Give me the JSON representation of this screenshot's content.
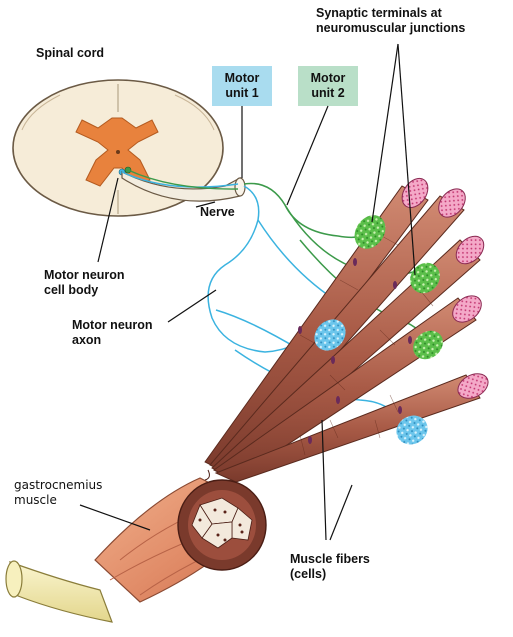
{
  "labels": {
    "spinal_cord": "Spinal cord",
    "motor_unit_1": [
      "Motor",
      "unit 1"
    ],
    "motor_unit_2": [
      "Motor",
      "unit 2"
    ],
    "synaptic": [
      "Synaptic terminals at",
      "neuromuscular junctions"
    ],
    "nerve": "Nerve",
    "cell_body": [
      "Motor neuron",
      "cell body"
    ],
    "axon": [
      "Motor neuron",
      "axon"
    ],
    "gastrocnemius": [
      "gastrocnemius",
      "muscle"
    ],
    "muscle_fibers": [
      "Muscle fibers",
      "(cells)"
    ]
  },
  "colors": {
    "unit1_box": "#a9dcef",
    "unit2_box": "#b9dfc8",
    "unit1_axon": "#3bb3e0",
    "unit2_axon": "#3c9a4a",
    "fiber": "#b56a55",
    "fiber_end": "#f2a3c4",
    "unit2_terminal": "#4cb948",
    "unit1_terminal": "#5cc0e8",
    "grey_matter": "#e8823d",
    "tendon": "#f4ecb0"
  }
}
